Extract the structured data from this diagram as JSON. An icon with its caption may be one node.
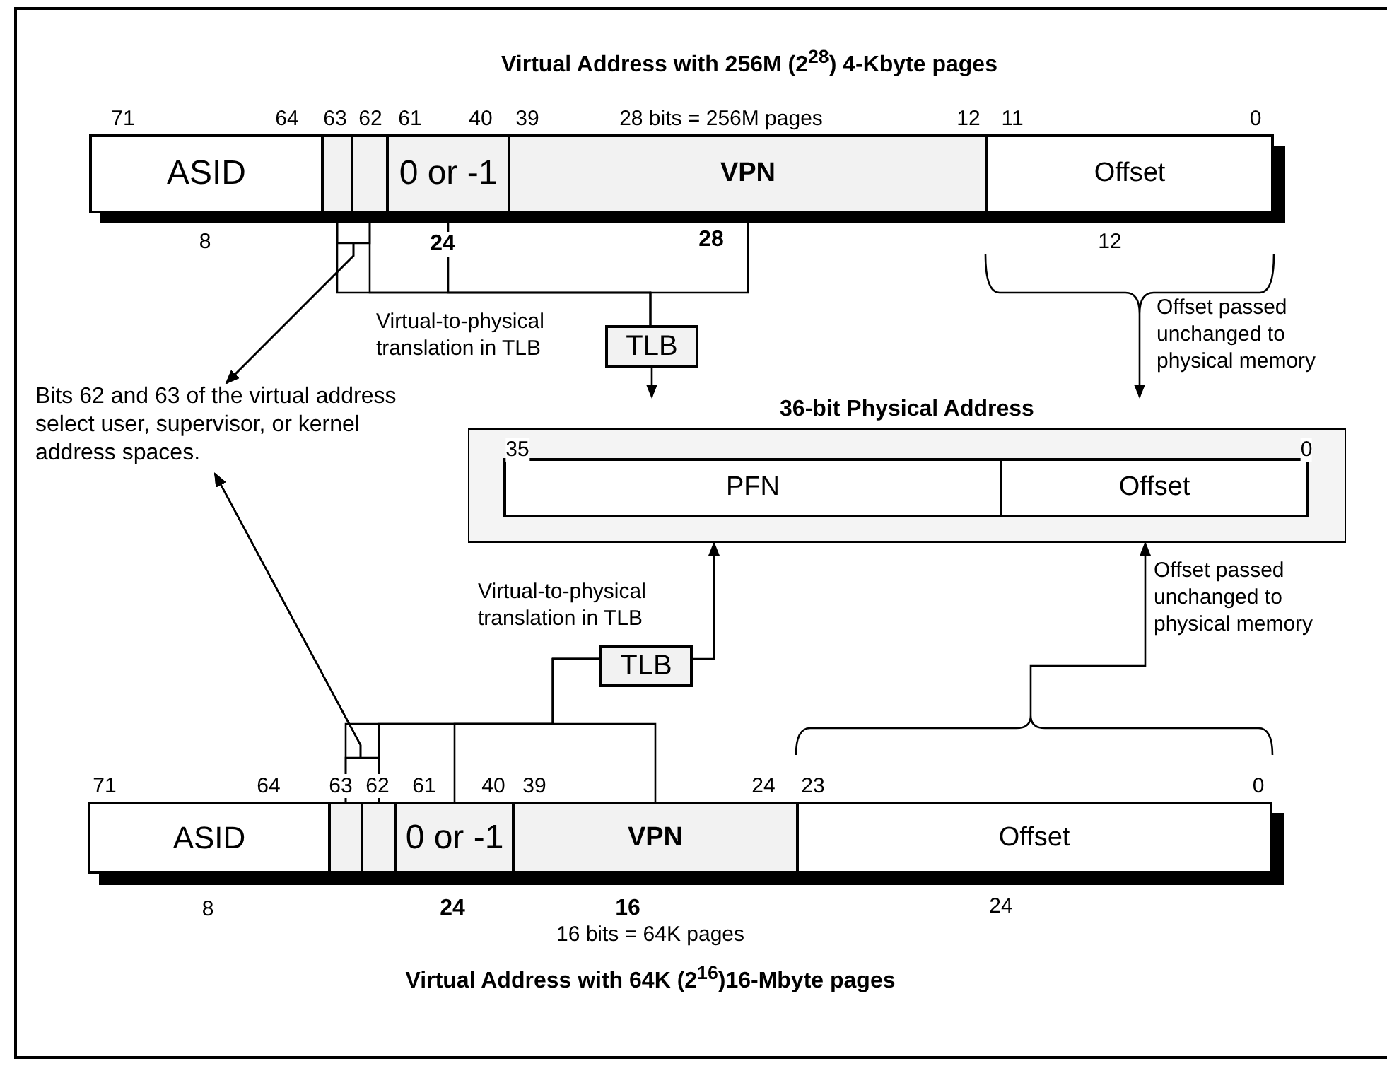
{
  "diagram": {
    "title": "Virtual Address with 256M (2$^{28}$) 4-Kbyte pages",
    "caption": "Virtual Address with 64K (2$^{16}$)16-Mbyte pages",
    "nodes": [
      {
        "text": [
          "ASID"
        ]
      },
      {
        "text": [],
        "shape": "box"
      },
      {
        "text": [],
        "shape": "box"
      },
      {
        "text": [
          "0 or -1"
        ]
      },
      {
        "text": [
          "VPN"
        ]
      },
      {
        "text": [
          "Offset"
        ]
      },
      {
        "text": [
          "TLB"
        ]
      },
      {
        "text": [
          "Bits 62 and 63 of the virtual address select user, supervisor, or kernel address spaces."
        ]
      },
      {
        "text": [
          "36-bit Physical Address"
        ]
      },
      {
        "text": [
          "PFN"
        ],
        "in": 8
      },
      {
        "text": [
          "Offset"
        ],
        "in": 8
      },
      {
        "text": [
          "TLB"
        ]
      },
      {
        "text": [
          "ASID"
        ]
      },
      {
        "text": [],
        "shape": "box"
      },
      {
        "text": [],
        "shape": "box"
      },
      {
        "text": [
          "0 or -1"
        ]
      },
      {
        "text": [
          "VPN"
        ]
      },
      {
        "text": [
          "Offset"
        ]
      }
    ],
    "edges": [
      {
        "from": 1,
        "to": 7,
        "arrow": "to"
      },
      {
        "from": 2,
        "to": 7,
        "arrow": "to"
      },
      {
        "from": 1,
        "to": 6,
        "arrow": "none"
      },
      {
        "from": 2,
        "to": 6,
        "arrow": "none"
      },
      {
        "from": 3,
        "to": 6,
        "arrow": "none"
      },
      {
        "from": 4,
        "to": 6,
        "arrow": "none"
      },
      {
        "from": 6,
        "to": 8,
        "arrow": "to"
      },
      {
        "from": 5,
        "to": 8,
        "arrow": "to"
      },
      {
        "from": 13,
        "to": 11,
        "arrow": "none"
      },
      {
        "from": 14,
        "to": 11,
        "arrow": "none"
      },
      {
        "from": 15,
        "to": 11,
        "arrow": "none"
      },
      {
        "from": 16,
        "to": 11,
        "arrow": "none"
      },
      {
        "from": 11,
        "to": 8,
        "arrow": "to"
      },
      {
        "from": 17,
        "to": 8,
        "arrow": "to"
      },
      {
        "from": 13,
        "to": 7,
        "arrow": "to"
      },
      {
        "from": 14,
        "to": 7,
        "arrow": "to"
      }
    ],
    "labels": [
      "71",
      "64",
      "63",
      "62",
      "61",
      "40",
      "39",
      "28 bits = 256M pages",
      "12",
      "11",
      "0",
      "8",
      "24",
      "28",
      "12",
      "Virtual-to-physical translation in TLB",
      "Offset passed unchanged to physical memory",
      "35",
      "0",
      "Virtual-to-physical translation in TLB",
      "Offset passed unchanged to physical memory",
      "71",
      "64",
      "63",
      "62",
      "61",
      "40",
      "39",
      "24",
      "23",
      "0",
      "8",
      "24",
      "16",
      "24",
      "16 bits = 64K pages"
    ]
  }
}
